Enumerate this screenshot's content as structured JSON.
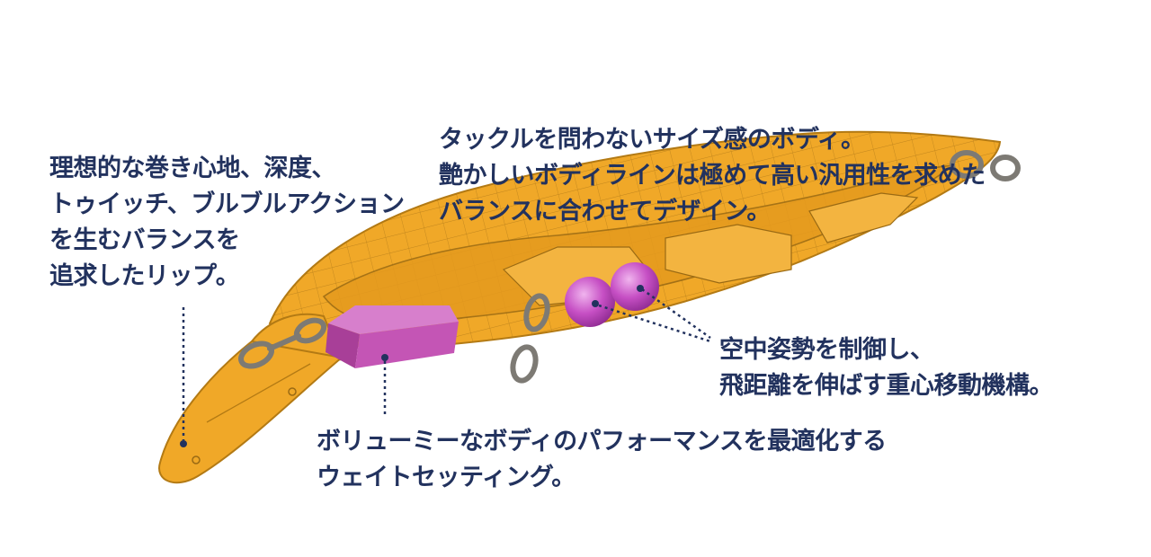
{
  "colors": {
    "body": "#f0a828",
    "body_outline": "#b37a14",
    "weight": "#c455b5",
    "tungsten_ball": "#c64fc4",
    "eyelet": "#7d7a74",
    "text": "#22325e"
  },
  "callouts": {
    "lip": {
      "lines": [
        "理想的な巻き心地、深度、",
        "トゥイッチ、ブルブルアクション",
        "を生むバランスを",
        "追求したリップ。"
      ]
    },
    "body": {
      "lines": [
        "タックルを問わないサイズ感のボディ。",
        "艶かしいボディラインは極めて高い汎用性を求めた",
        "バランスに合わせてデザイン。"
      ]
    },
    "weight": {
      "lines": [
        "ボリューミーなボディのパフォーマンスを最適化する",
        "ウェイトセッティング。"
      ]
    },
    "balls": {
      "lines": [
        "空中姿勢を制御し、",
        "飛距離を伸ばす重心移動機構。"
      ]
    }
  }
}
